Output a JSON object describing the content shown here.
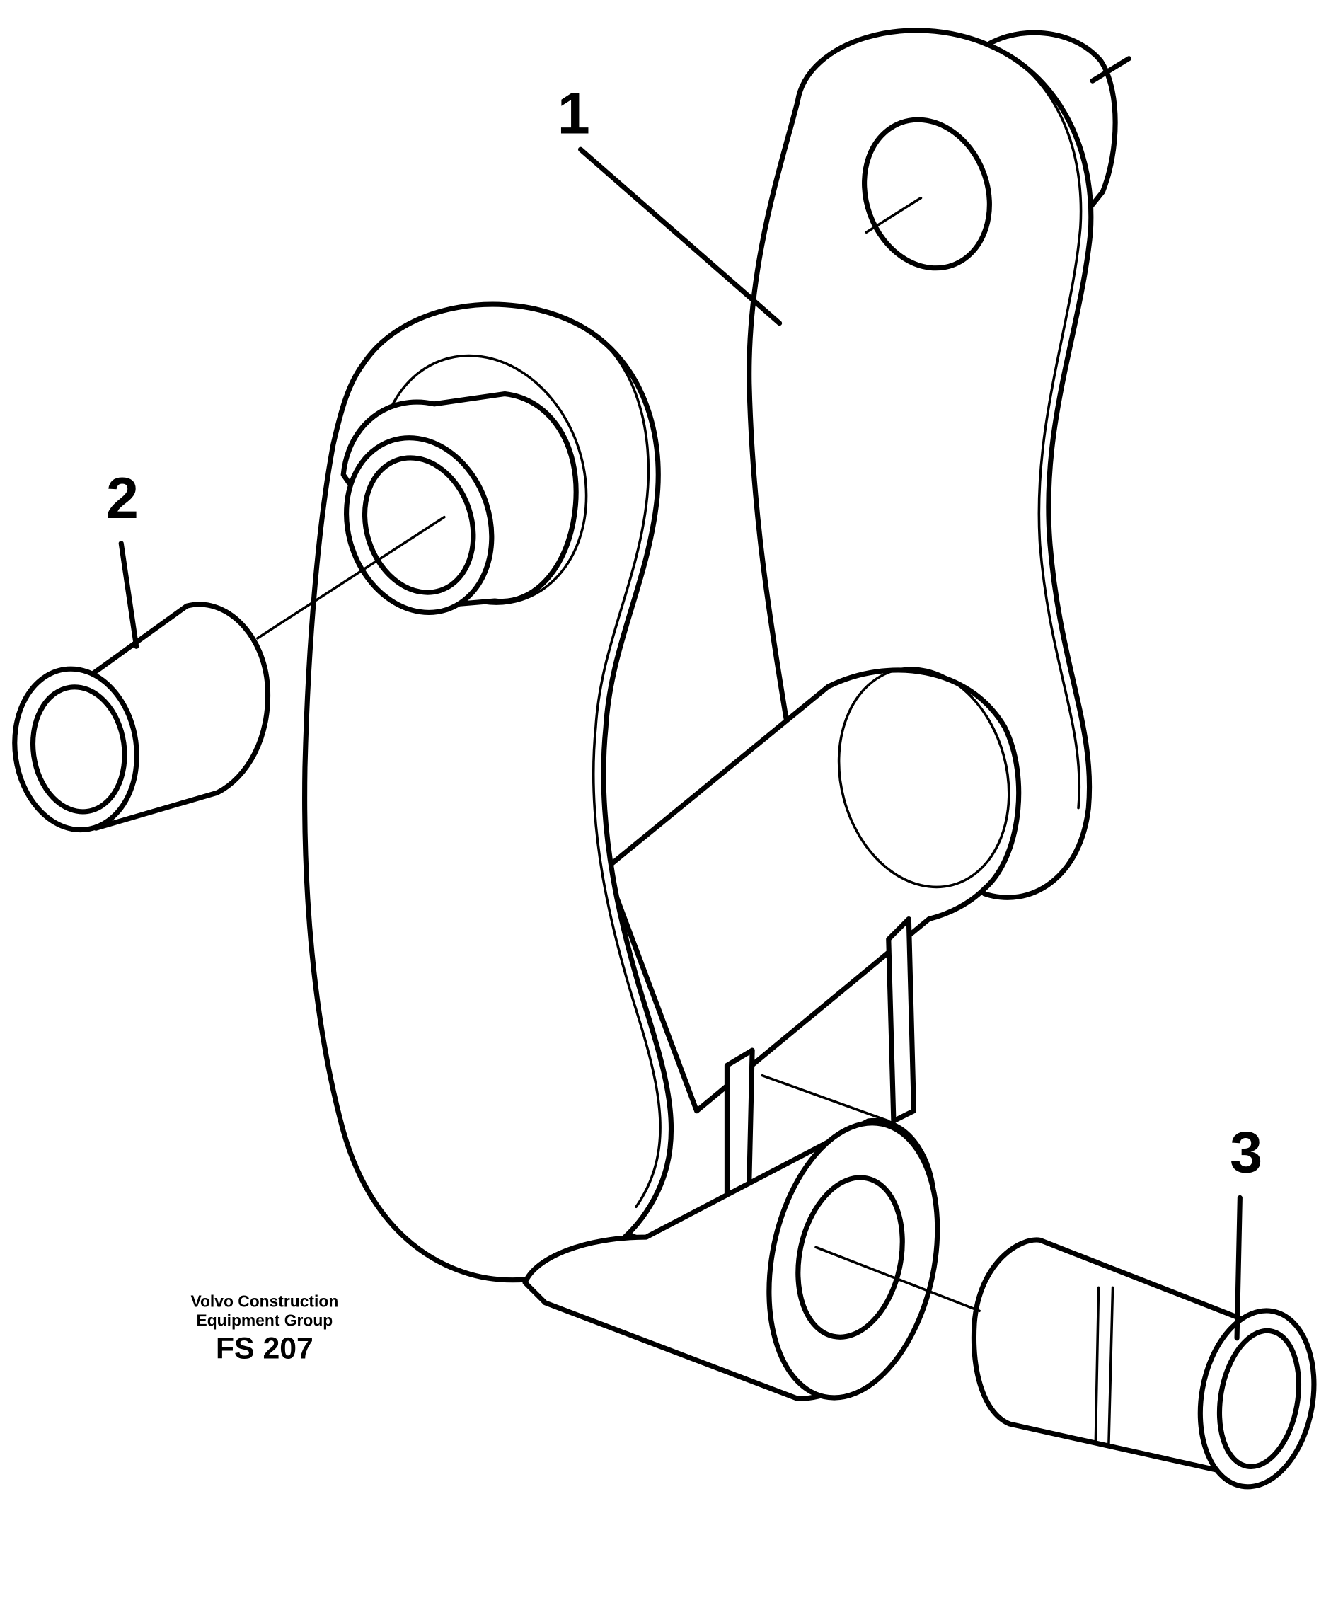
{
  "callouts": {
    "part_1": "1",
    "part_2": "2",
    "part_3": "3"
  },
  "credit": {
    "line1": "Volvo Construction",
    "line2": "Equipment Group",
    "code": "FS 207"
  },
  "colors": {
    "ink": "#000000",
    "paper": "#ffffff"
  }
}
